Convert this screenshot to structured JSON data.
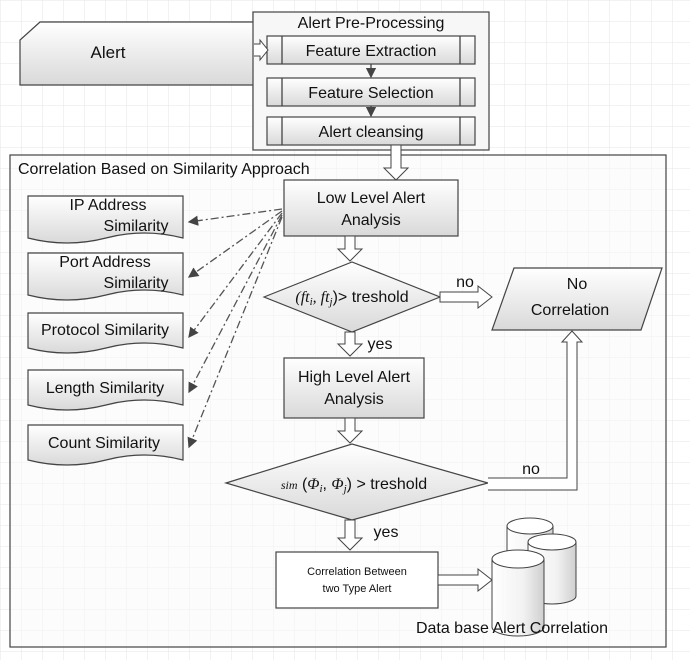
{
  "diagram": {
    "alert": "Alert",
    "preprocessing": {
      "title": "Alert Pre-Processing",
      "steps": [
        "Feature Extraction",
        "Feature Selection",
        "Alert cleansing"
      ]
    },
    "correlation": {
      "title": "Correlation Based on Similarity Approach",
      "similarities": [
        [
          "IP Address",
          "Similarity"
        ],
        [
          "Port Address",
          "Similarity"
        ],
        [
          "Protocol Similarity"
        ],
        [
          "Length Similarity"
        ],
        [
          "Count Similarity"
        ]
      ],
      "low_level": [
        "Low Level Alert",
        "Analysis"
      ],
      "decision1": {
        "vars": "(ft",
        "i": "i",
        "sep": ", ft",
        "j": "j",
        "end": ")> treshold"
      },
      "high_level": [
        "High Level Alert",
        "Analysis"
      ],
      "decision2": {
        "sim": "sim",
        "open": " (",
        "phi_i": "Φ",
        "i": "i",
        "sep": ", ",
        "phi_j": "Φ",
        "j": "j",
        "end": ") > treshold"
      },
      "no_correlation": [
        "No",
        "Correlation"
      ],
      "correlation_between": [
        "Correlation Between",
        "two Type Alert"
      ],
      "database": "Data base Alert Correlation",
      "no1": "no",
      "no2": "no",
      "yes1": "yes",
      "yes2": "yes"
    }
  }
}
